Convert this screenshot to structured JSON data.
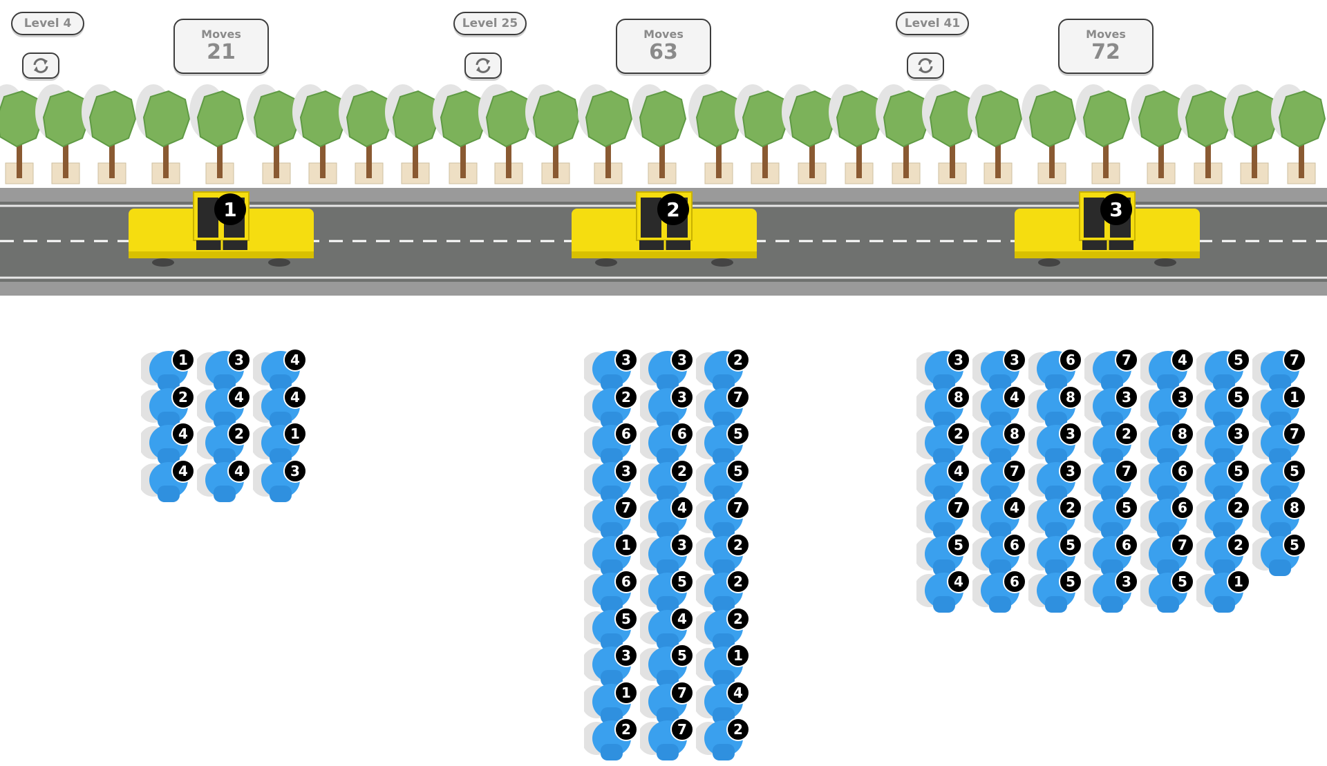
{
  "panels": [
    {
      "level_label": "Level 4",
      "moves_label": "Moves",
      "moves_value": "21",
      "taxi_number": "1",
      "crowd": [
        [
          "1",
          "2",
          "4",
          "4"
        ],
        [
          "3",
          "4",
          "2",
          "4"
        ],
        [
          "4",
          "4",
          "1",
          "3"
        ]
      ]
    },
    {
      "level_label": "Level 25",
      "moves_label": "Moves",
      "moves_value": "63",
      "taxi_number": "2",
      "crowd": [
        [
          "3",
          "2",
          "6",
          "3",
          "7",
          "1",
          "6",
          "5",
          "3",
          "1",
          "2"
        ],
        [
          "3",
          "3",
          "6",
          "2",
          "4",
          "3",
          "5",
          "4",
          "5",
          "7",
          "7"
        ],
        [
          "2",
          "7",
          "5",
          "5",
          "7",
          "2",
          "2",
          "2",
          "1",
          "4",
          "2"
        ]
      ]
    },
    {
      "level_label": "Level 41",
      "moves_label": "Moves",
      "moves_value": "72",
      "taxi_number": "3",
      "crowd": [
        [
          "3",
          "8",
          "2",
          "4",
          "7",
          "5",
          "4"
        ],
        [
          "3",
          "4",
          "8",
          "7",
          "4",
          "6",
          "6"
        ],
        [
          "6",
          "8",
          "3",
          "3",
          "2",
          "5",
          "5"
        ],
        [
          "7",
          "3",
          "2",
          "7",
          "5",
          "6",
          "3"
        ],
        [
          "4",
          "3",
          "8",
          "6",
          "6",
          "7",
          "5"
        ],
        [
          "5",
          "5",
          "3",
          "5",
          "2",
          "2",
          "1"
        ],
        [
          "7",
          "1",
          "7",
          "5",
          "8",
          "5"
        ]
      ]
    }
  ],
  "icons": {
    "refresh": "refresh-icon",
    "tree": "tree-icon",
    "taxi": "taxi-car-icon",
    "passenger": "passenger-figure-icon"
  },
  "colors": {
    "road": "#6f716f",
    "tree_canopy": "#7cb25a",
    "taxi": "#f5dd10",
    "passenger": "#3aa0ee"
  }
}
